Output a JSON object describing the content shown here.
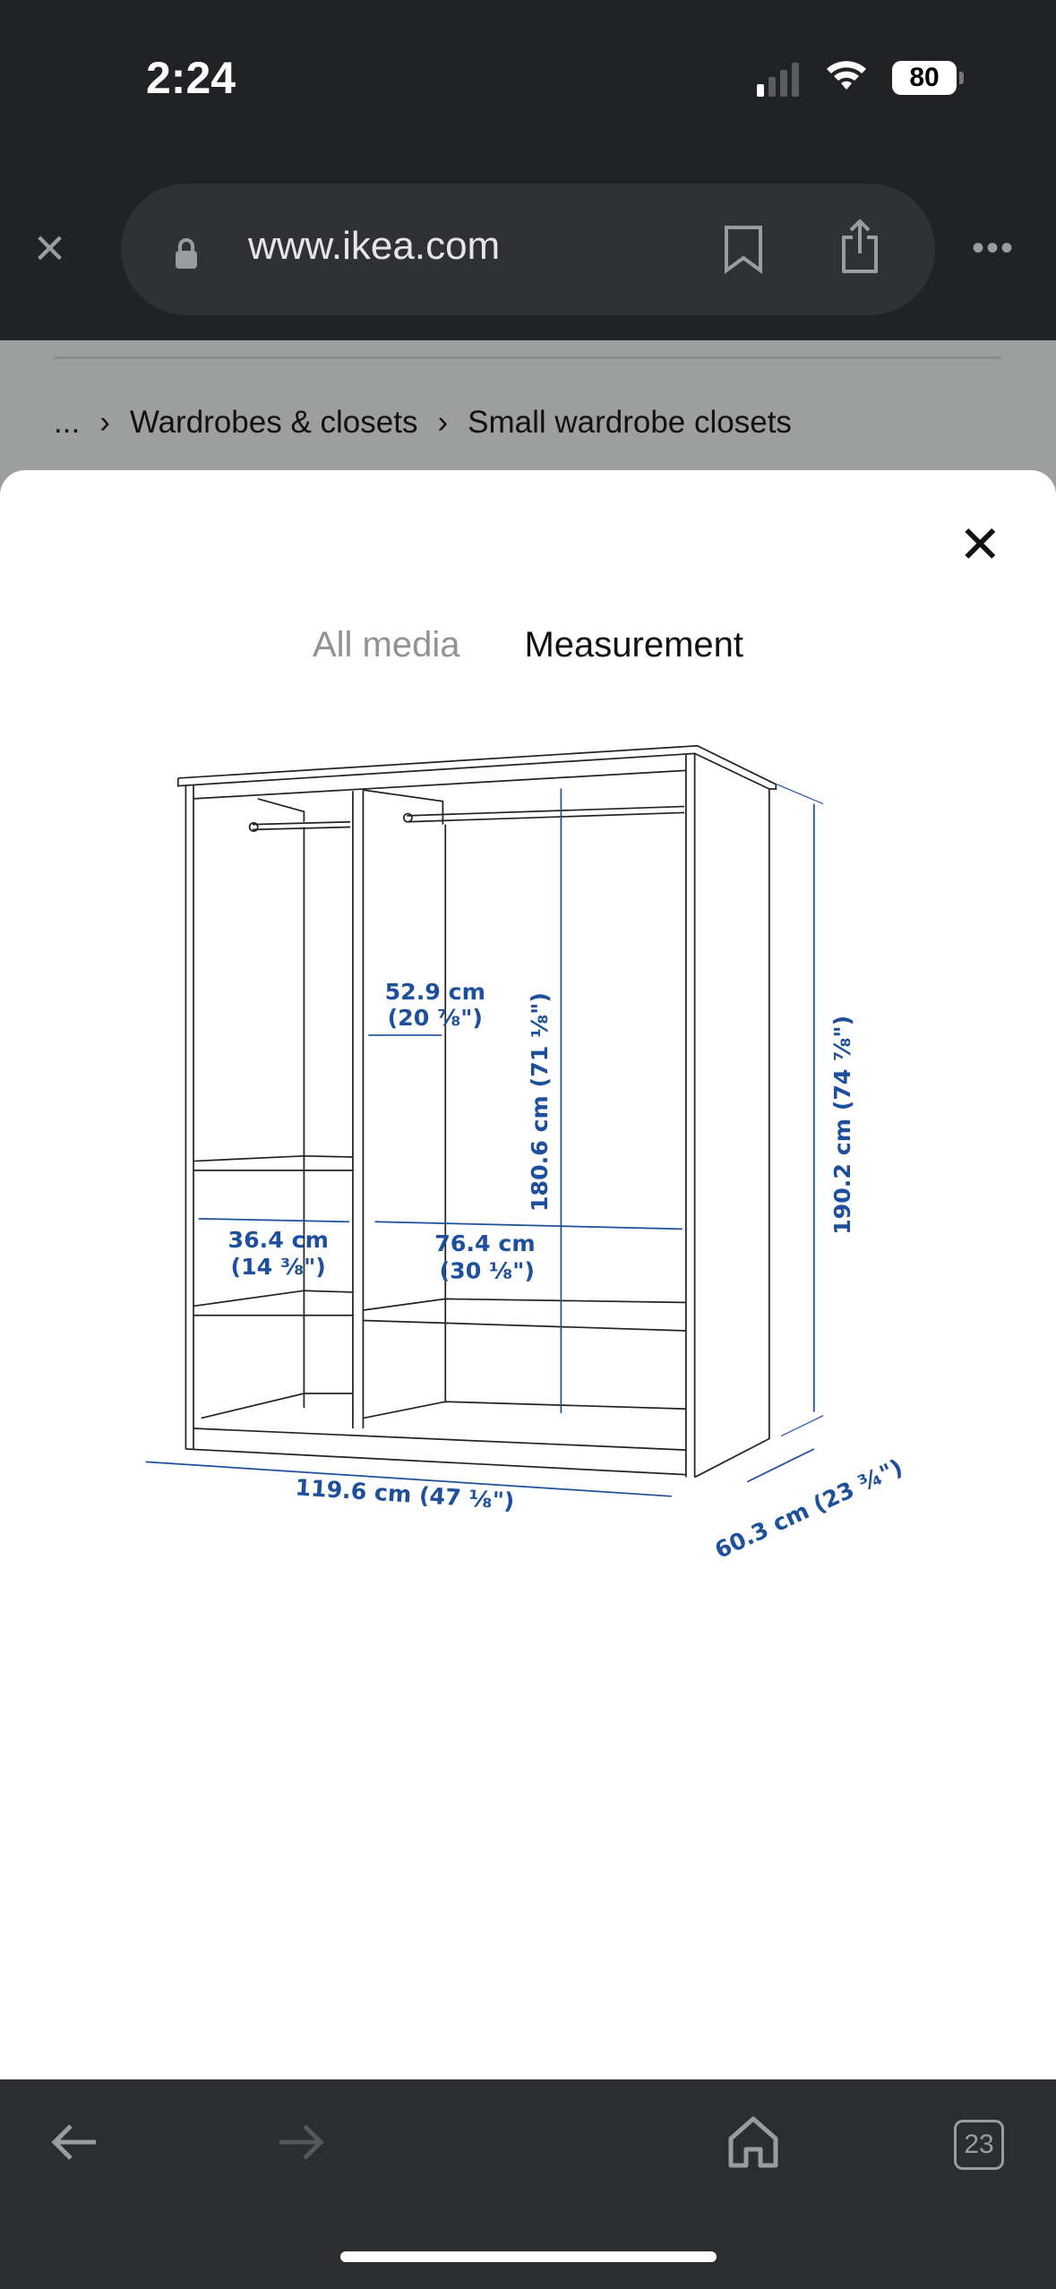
{
  "status_bar": {
    "time": "2:24",
    "battery": "80"
  },
  "browser": {
    "url": "www.ikea.com",
    "tab_count": "23"
  },
  "breadcrumb": {
    "ellipsis": "...",
    "items": [
      "Wardrobes & closets",
      "Small wardrobe closets"
    ]
  },
  "modal": {
    "tabs": [
      {
        "label": "All media",
        "active": false
      },
      {
        "label": "Measurement",
        "active": true
      }
    ]
  },
  "diagram": {
    "dimension_color": "#1d4f9c",
    "hanging_width": {
      "cm": "52.9 cm",
      "in": "(20 ⅞\")"
    },
    "inner_height": "180.6 cm (71 ⅛\")",
    "total_height": "190.2 cm (74 ⅞\")",
    "left_width": {
      "cm": "36.4 cm",
      "in": "(14 ⅜\")"
    },
    "right_width": {
      "cm": "76.4 cm",
      "in": "(30 ⅛\")"
    },
    "total_width": "119.6 cm (47 ⅛\")",
    "depth": "60.3 cm (23 ¾\")"
  }
}
